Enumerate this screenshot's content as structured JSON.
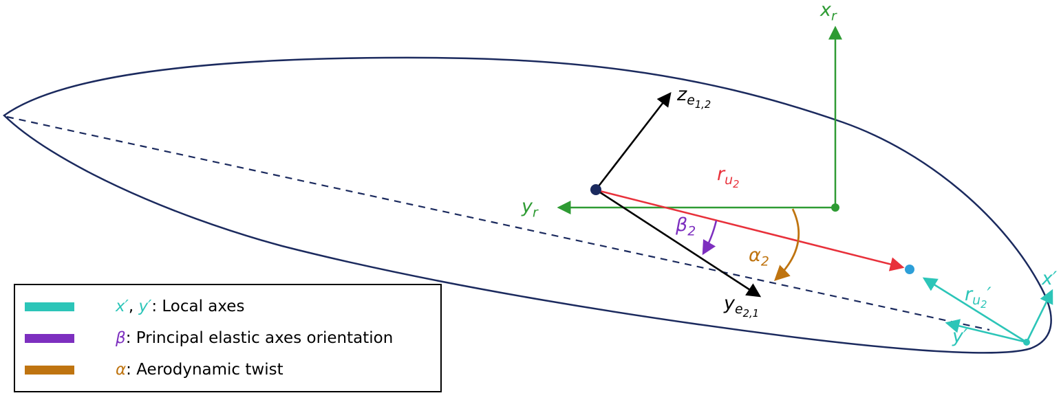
{
  "colors": {
    "airfoil_outline": "#1b2a5e",
    "reference_axes_green": "#2e9b33",
    "elastic_axes_black": "#000000",
    "offset_vector_red": "#e8313b",
    "beta_purple": "#7d2fbf",
    "alpha_orange": "#bf7410",
    "local_axes_teal": "#2cc5b8",
    "offset_point_blue": "#2d9fd8"
  },
  "labels": {
    "x_r": {
      "base": "x",
      "sub": "r"
    },
    "y_r": {
      "base": "y",
      "sub": "r"
    },
    "z_e12": {
      "base": "z",
      "sub": "e",
      "subsub": "1,2"
    },
    "y_e21": {
      "base": "y",
      "sub": "e",
      "subsub": "2,1"
    },
    "r_u2": {
      "base": "r",
      "sub": "u",
      "subsub": "2"
    },
    "beta_2": {
      "base": "β",
      "sub": "2"
    },
    "alpha_2": {
      "base": "α",
      "sub": "2"
    },
    "x_prime": {
      "base": "x",
      "prime": "′"
    },
    "y_prime": {
      "base": "y",
      "prime": "′"
    },
    "r_u2_prime": {
      "base": "r",
      "sub": "u",
      "subsub": "2",
      "prime": "′"
    }
  },
  "legend": {
    "items": [
      {
        "sym1": "x′",
        "sep": ", ",
        "sym2": "y′",
        "desc": ": Local axes"
      },
      {
        "sym1": "β",
        "desc": ": Principal elastic axes orientation"
      },
      {
        "sym1": "α",
        "desc": ": Aerodynamic twist"
      }
    ]
  }
}
